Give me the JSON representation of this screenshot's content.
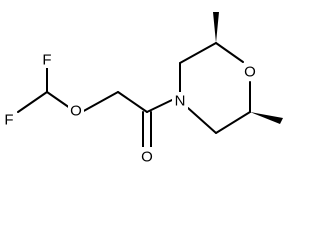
{
  "atoms": {
    "f_top": "F",
    "f_bottom": "F",
    "o_ether": "O",
    "o_carbonyl": "O",
    "n_ring": "N",
    "o_ring": "O"
  }
}
